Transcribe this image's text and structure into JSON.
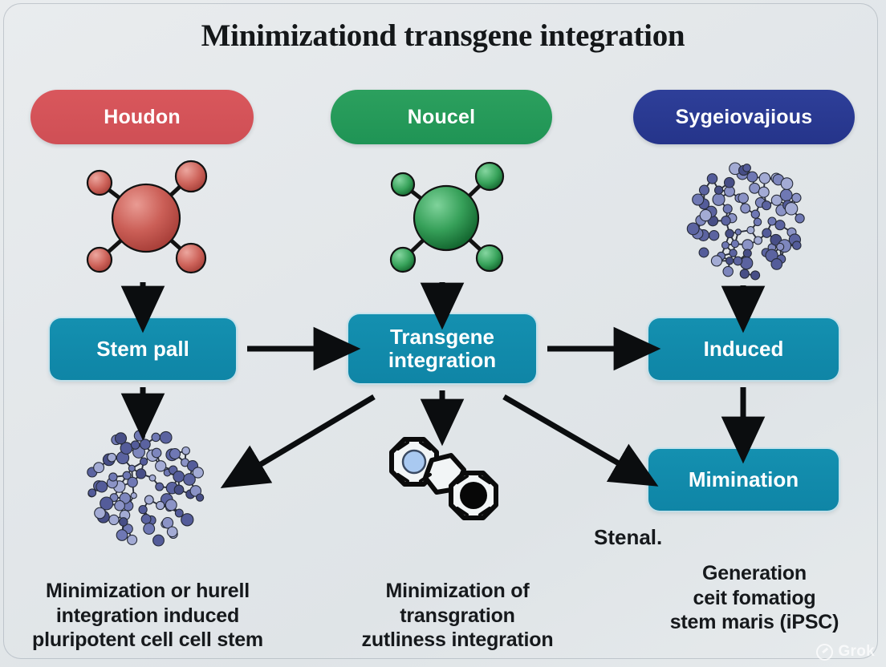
{
  "title": "Minimizationd transgene integration",
  "pills": [
    {
      "label": "Houdon",
      "color": "#d05056",
      "name": "pill-houdon"
    },
    {
      "label": "Noucel",
      "color": "#219b59",
      "name": "pill-noucel"
    },
    {
      "label": "Sygeiovajious",
      "color": "#29398f",
      "name": "pill-sygeiovajious"
    }
  ],
  "boxes": {
    "stem": "Stem pall",
    "transgene_line1": "Transgene",
    "transgene_line2": "integration",
    "induced": "Induced",
    "mimination": "Mimination",
    "color": "#0f88a8"
  },
  "captions": {
    "left": {
      "line1": "Minimization or hurell",
      "line2": "integration induced",
      "line3": "pluripotent cell cell stem"
    },
    "center": {
      "line1": "Minimization of",
      "line2": "transgration",
      "line3": "zutliness integration"
    },
    "right": {
      "line1": "Generation",
      "line2": "ceit fomatiog",
      "line3": "stem maris (iPSC)"
    },
    "stenal": "Stenal."
  },
  "graphics": {
    "molecule_red": {
      "name": "red-molecule-icon",
      "color": "#c4564e"
    },
    "molecule_green": {
      "name": "green-molecule-icon",
      "color": "#2f9a4f"
    },
    "cluster_top_right": {
      "name": "blue-cluster-icon",
      "color": "#6b74a8"
    },
    "cluster_bottom_left": {
      "name": "blue-cluster-icon",
      "color": "#6b74a8"
    },
    "ring_compound": {
      "name": "ring-compound-icon",
      "inner_top": "#a8c8ef",
      "inner_bottom": "#0b0b0b"
    }
  },
  "watermark": "Grok",
  "theme": {
    "background": "#e4e8eb",
    "arrow": "#0b0d0f",
    "text": "#16191c"
  }
}
